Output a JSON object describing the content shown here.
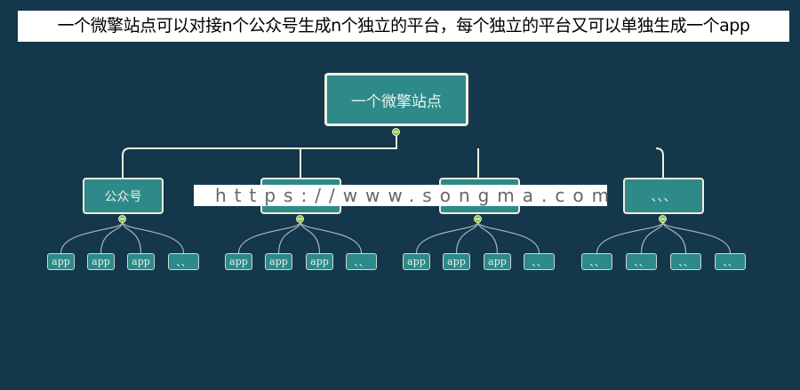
{
  "title": "一个微擎站点可以对接n个公众号生成n个独立的平台，每个独立的平台又可以单独生成一个app",
  "root": {
    "label": "一个微擎站点"
  },
  "branches": [
    {
      "label": "公众号",
      "leaves": [
        "app",
        "app",
        "app",
        "、、"
      ]
    },
    {
      "label": "",
      "leaves": [
        "app",
        "app",
        "app",
        "、、"
      ]
    },
    {
      "label": "",
      "leaves": [
        "app",
        "app",
        "app",
        "、、"
      ]
    },
    {
      "label": "、、、",
      "leaves": [
        "、、",
        "、、",
        "、、",
        "、、"
      ]
    }
  ],
  "watermark": "https://www.songma.com",
  "colors": {
    "background": "#14374b",
    "node": "#2e8a88",
    "toggle": "#8fc44a"
  }
}
